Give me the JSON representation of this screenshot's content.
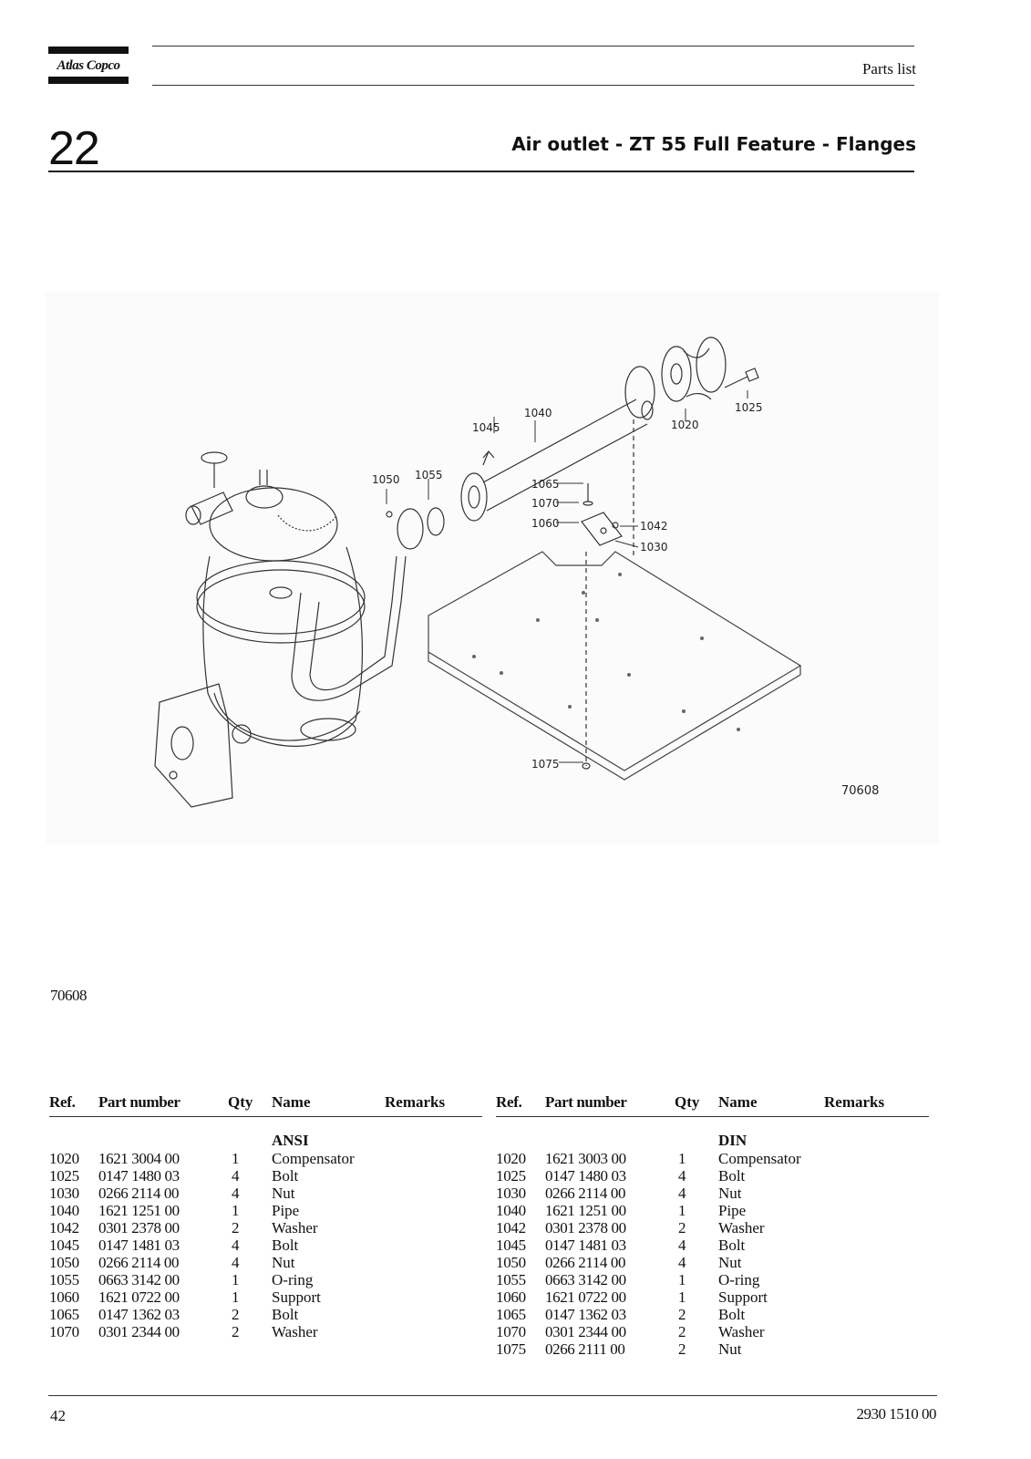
{
  "header": {
    "brand": "Atlas Copco",
    "doc_type": "Parts list"
  },
  "section": {
    "number": "22",
    "title": "Air outlet - ZT 55 Full Feature - Flanges"
  },
  "figure": {
    "drawing_id": "70608",
    "callouts": [
      "1040",
      "1045",
      "1050",
      "1055",
      "1065",
      "1070",
      "1060",
      "1042",
      "1030",
      "1020",
      "1025",
      "1075"
    ]
  },
  "figure_ref": "70608",
  "table_headers": {
    "ref": "Ref.",
    "part": "Part number",
    "qty": "Qty",
    "name": "Name",
    "remarks": "Remarks"
  },
  "tables": [
    {
      "group": "ANSI",
      "rows": [
        {
          "ref": "1020",
          "part": "1621 3004 00",
          "qty": "1",
          "name": "Compensator",
          "remarks": ""
        },
        {
          "ref": "1025",
          "part": "0147 1480 03",
          "qty": "4",
          "name": "Bolt",
          "remarks": ""
        },
        {
          "ref": "1030",
          "part": "0266 2114 00",
          "qty": "4",
          "name": "Nut",
          "remarks": ""
        },
        {
          "ref": "1040",
          "part": "1621 1251 00",
          "qty": "1",
          "name": "Pipe",
          "remarks": ""
        },
        {
          "ref": "1042",
          "part": "0301 2378 00",
          "qty": "2",
          "name": "Washer",
          "remarks": ""
        },
        {
          "ref": "1045",
          "part": "0147 1481 03",
          "qty": "4",
          "name": "Bolt",
          "remarks": ""
        },
        {
          "ref": "1050",
          "part": "0266 2114 00",
          "qty": "4",
          "name": "Nut",
          "remarks": ""
        },
        {
          "ref": "1055",
          "part": "0663 3142 00",
          "qty": "1",
          "name": "O-ring",
          "remarks": ""
        },
        {
          "ref": "1060",
          "part": "1621 0722 00",
          "qty": "1",
          "name": "Support",
          "remarks": ""
        },
        {
          "ref": "1065",
          "part": "0147 1362 03",
          "qty": "2",
          "name": "Bolt",
          "remarks": ""
        },
        {
          "ref": "1070",
          "part": "0301 2344 00",
          "qty": "2",
          "name": "Washer",
          "remarks": ""
        }
      ]
    },
    {
      "group": "DIN",
      "rows": [
        {
          "ref": "1020",
          "part": "1621 3003 00",
          "qty": "1",
          "name": "Compensator",
          "remarks": ""
        },
        {
          "ref": "1025",
          "part": "0147 1480 03",
          "qty": "4",
          "name": "Bolt",
          "remarks": ""
        },
        {
          "ref": "1030",
          "part": "0266 2114 00",
          "qty": "4",
          "name": "Nut",
          "remarks": ""
        },
        {
          "ref": "1040",
          "part": "1621 1251 00",
          "qty": "1",
          "name": "Pipe",
          "remarks": ""
        },
        {
          "ref": "1042",
          "part": "0301 2378 00",
          "qty": "2",
          "name": "Washer",
          "remarks": ""
        },
        {
          "ref": "1045",
          "part": "0147 1481 03",
          "qty": "4",
          "name": "Bolt",
          "remarks": ""
        },
        {
          "ref": "1050",
          "part": "0266 2114 00",
          "qty": "4",
          "name": "Nut",
          "remarks": ""
        },
        {
          "ref": "1055",
          "part": "0663 3142 00",
          "qty": "1",
          "name": "O-ring",
          "remarks": ""
        },
        {
          "ref": "1060",
          "part": "1621 0722 00",
          "qty": "1",
          "name": "Support",
          "remarks": ""
        },
        {
          "ref": "1065",
          "part": "0147 1362 03",
          "qty": "2",
          "name": "Bolt",
          "remarks": ""
        },
        {
          "ref": "1070",
          "part": "0301 2344 00",
          "qty": "2",
          "name": "Washer",
          "remarks": ""
        },
        {
          "ref": "1075",
          "part": "0266 2111 00",
          "qty": "2",
          "name": "Nut",
          "remarks": ""
        }
      ]
    }
  ],
  "footer": {
    "page_number": "42",
    "doc_number": "2930 1510 00"
  }
}
